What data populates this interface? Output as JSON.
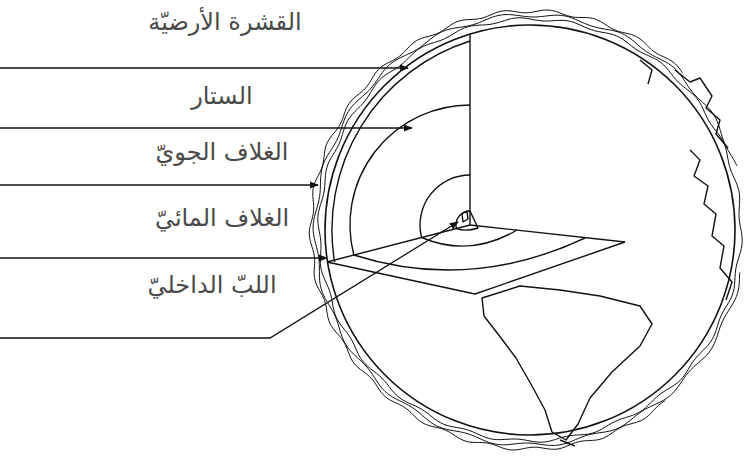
{
  "diagram": {
    "labels": [
      "القشرة الأرضيّة",
      "الستار",
      "الغلاف الجويّ",
      "الغلاف المائيّ",
      "اللبّ الداخليّ"
    ]
  }
}
